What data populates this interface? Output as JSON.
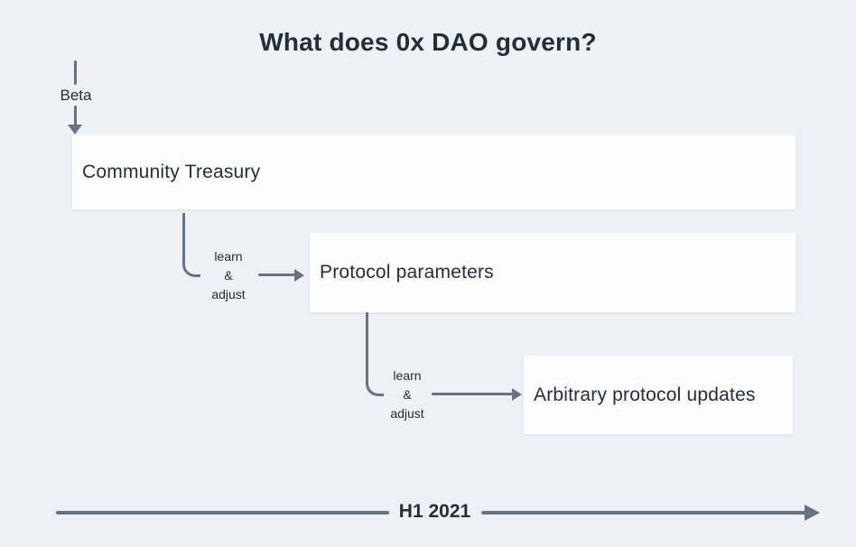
{
  "title": "What does 0x DAO govern?",
  "beta_label": "Beta",
  "nodes": [
    {
      "id": "community-treasury",
      "label": "Community Treasury"
    },
    {
      "id": "protocol-parameters",
      "label": "Protocol parameters"
    },
    {
      "id": "arbitrary-protocol-updates",
      "label": "Arbitrary protocol updates"
    }
  ],
  "connectors": [
    {
      "label": "learn\n&\nadjust"
    },
    {
      "label": "learn\n&\nadjust"
    }
  ],
  "timeline": {
    "label": "H1 2021"
  },
  "colors": {
    "background": "#edf0f4",
    "box": "#fdfdfe",
    "line": "#67737e",
    "text": "#242e38"
  }
}
